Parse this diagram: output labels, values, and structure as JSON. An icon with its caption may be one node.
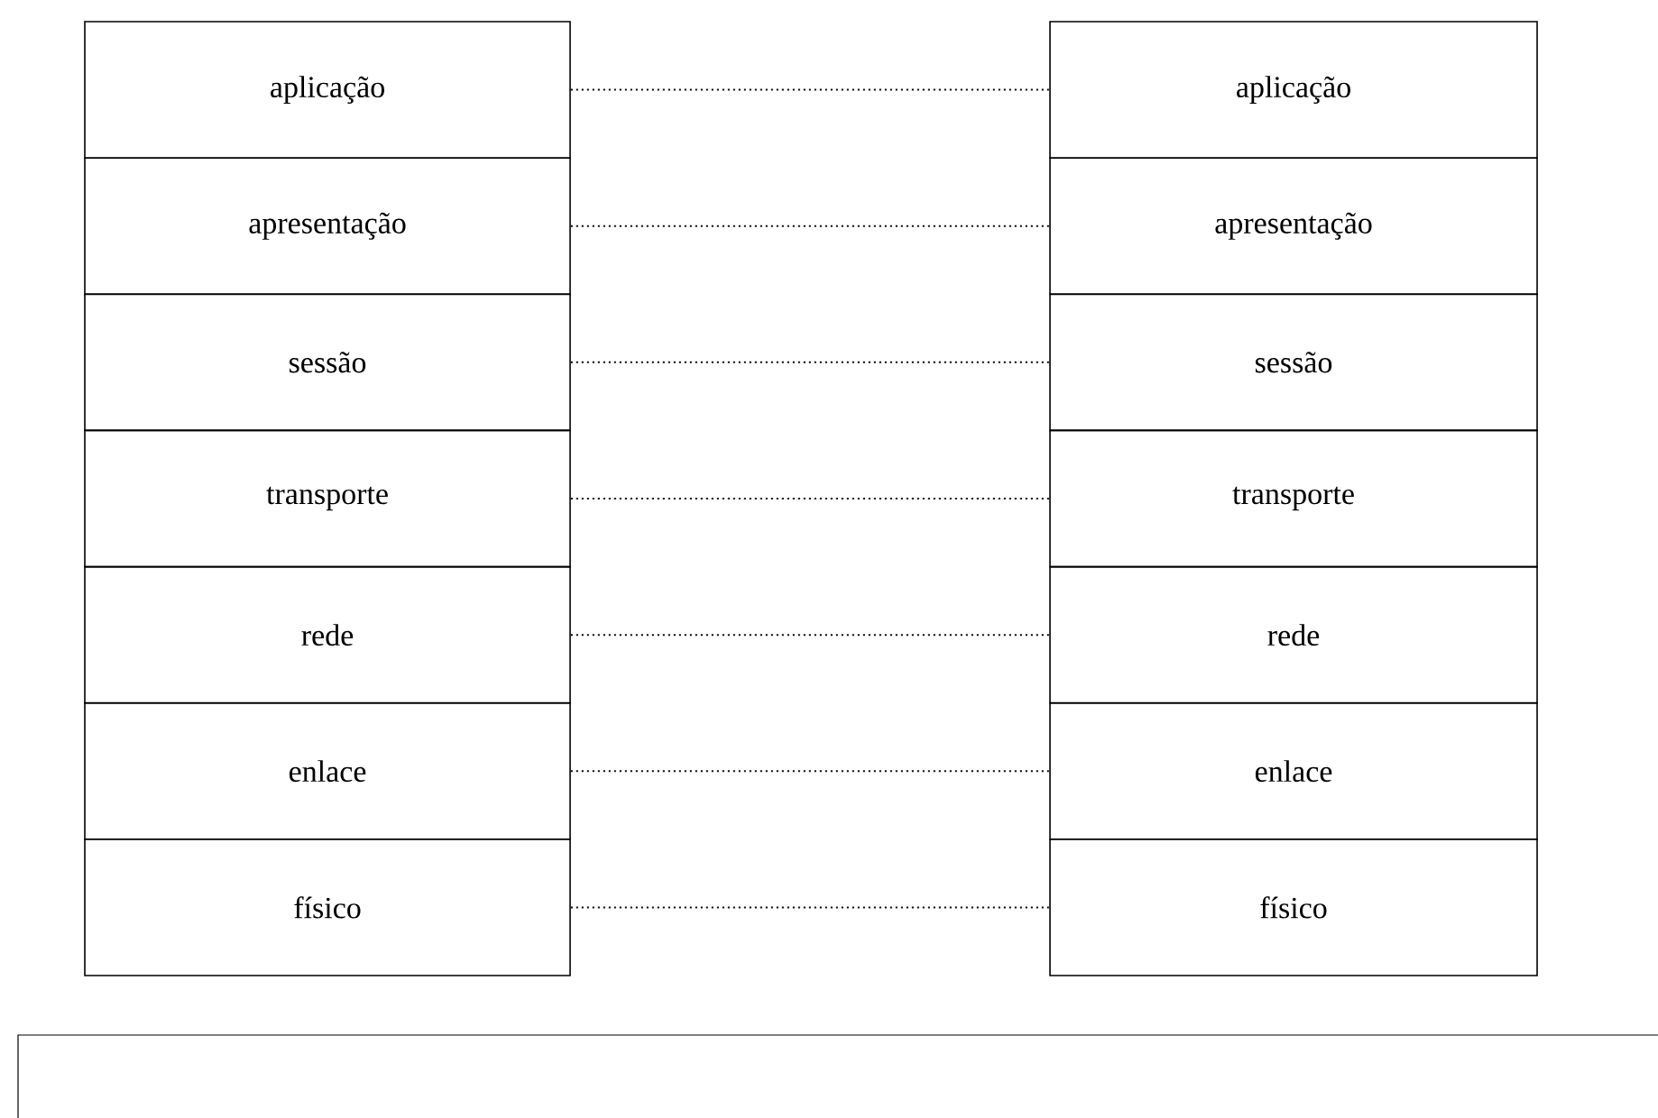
{
  "diagram": {
    "nodes": [
      {
        "text": [
          "aplicação"
        ]
      },
      {
        "text": [
          "apresentação"
        ]
      },
      {
        "text": [
          "sessão"
        ]
      },
      {
        "text": [
          "transporte"
        ]
      },
      {
        "text": [
          "rede"
        ]
      },
      {
        "text": [
          "enlace"
        ]
      },
      {
        "text": [
          "físico"
        ]
      },
      {
        "text": [
          "aplicação"
        ]
      },
      {
        "text": [
          "apresentação"
        ]
      },
      {
        "text": [
          "sessão"
        ]
      },
      {
        "text": [
          "transporte"
        ]
      },
      {
        "text": [
          "rede"
        ]
      },
      {
        "text": [
          "enlace"
        ]
      },
      {
        "text": [
          "físico"
        ]
      }
    ],
    "edges": [
      {
        "from": 0,
        "to": 7,
        "arrow": "none"
      },
      {
        "from": 1,
        "to": 8,
        "arrow": "none"
      },
      {
        "from": 2,
        "to": 9,
        "arrow": "none"
      },
      {
        "from": 3,
        "to": 10,
        "arrow": "none"
      },
      {
        "from": 4,
        "to": 11,
        "arrow": "none"
      },
      {
        "from": 5,
        "to": 12,
        "arrow": "none"
      },
      {
        "from": 6,
        "to": 13,
        "arrow": "none"
      }
    ]
  }
}
